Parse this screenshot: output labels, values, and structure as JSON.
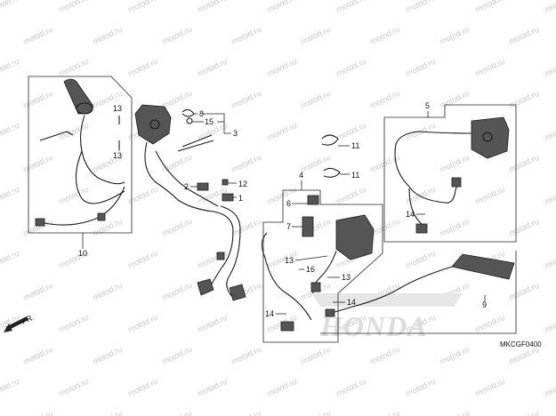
{
  "watermark": "motod.ru",
  "brand_logo": "HONDA",
  "figure_code": "MKCGF0400",
  "direction_label": "FR.",
  "callouts": [
    "1",
    "2",
    "3",
    "4",
    "5",
    "6",
    "7",
    "8",
    "9",
    "10",
    "11",
    "11",
    "12",
    "13",
    "13",
    "13",
    "13",
    "14",
    "14",
    "14",
    "15",
    "16"
  ]
}
